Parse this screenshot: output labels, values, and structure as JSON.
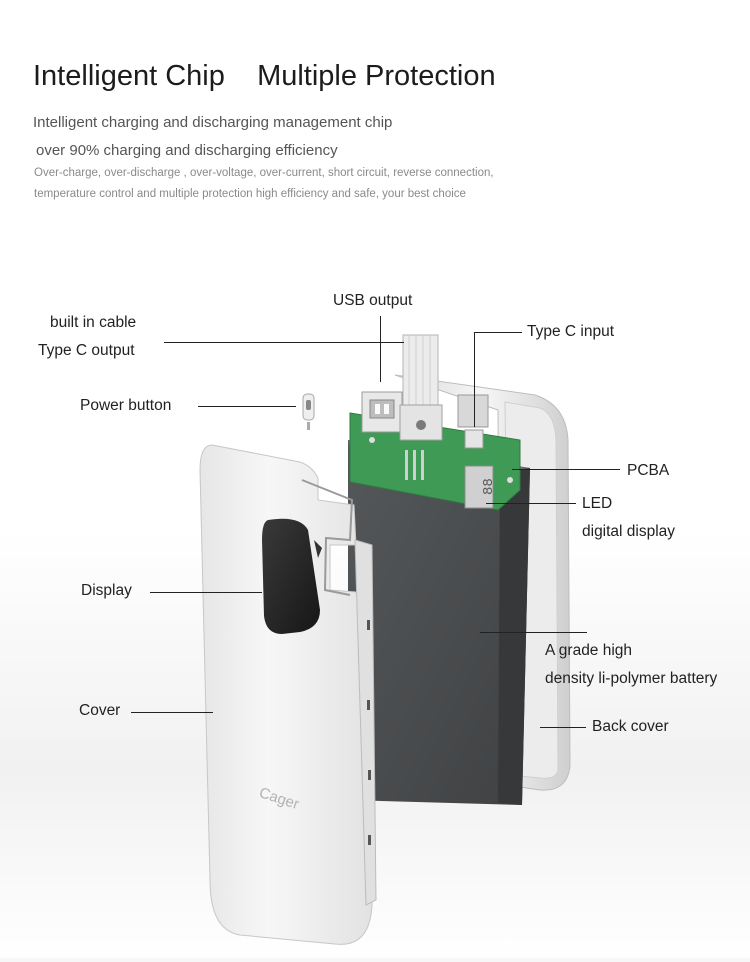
{
  "header": {
    "title": "Intelligent Chip    Multiple Protection",
    "subtitle_1": "Intelligent charging and discharging management chip",
    "subtitle_2": "over 90% charging and discharging efficiency",
    "detail_1": "Over-charge, over-discharge , over-voltage, over-current, short circuit, reverse connection,",
    "detail_2": "temperature control and multiple protection high efficiency and safe, your best choice"
  },
  "labels": {
    "usb_output": "USB output",
    "built_in_cable": "built in cable",
    "type_c_output": "Type C output",
    "type_c_input": "Type C input",
    "power_button": "Power button",
    "pcba": "PCBA",
    "led": "LED",
    "digital_display": "digital display",
    "display": "Display",
    "battery_1": "A grade high",
    "battery_2": "density li-polymer battery",
    "cover": "Cover",
    "back_cover": "Back cover"
  },
  "product": {
    "brand_logo": "Cager",
    "led_digits": "88"
  },
  "colors": {
    "cover": "#f3f3f3",
    "battery": "#4a4c4e",
    "pcb": "#3e9a54",
    "display_window": "#2b2b2b"
  }
}
